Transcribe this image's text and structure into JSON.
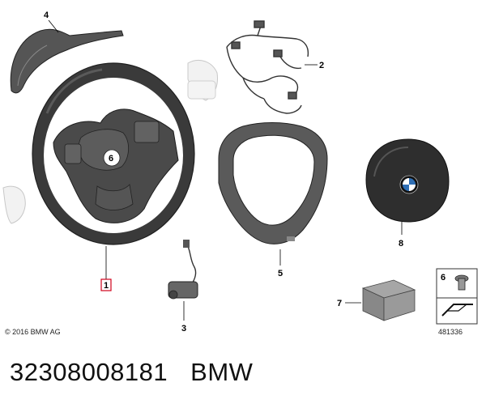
{
  "callouts": {
    "c1": "1",
    "c2": "2",
    "c3": "3",
    "c4": "4",
    "c5": "5",
    "c6_hub": "6",
    "c6_box": "6",
    "c7": "7",
    "c8": "8"
  },
  "copyright": "© 2016 BMW AG",
  "reference_code": "481336",
  "caption": {
    "part_number": "32308008181",
    "brand": "BMW"
  },
  "colors": {
    "wheel_dark": "#3a3a3a",
    "wheel_light": "#d9d9d9",
    "highlight_box": "#d0021b",
    "bmw_blue": "#2f6fb5"
  }
}
